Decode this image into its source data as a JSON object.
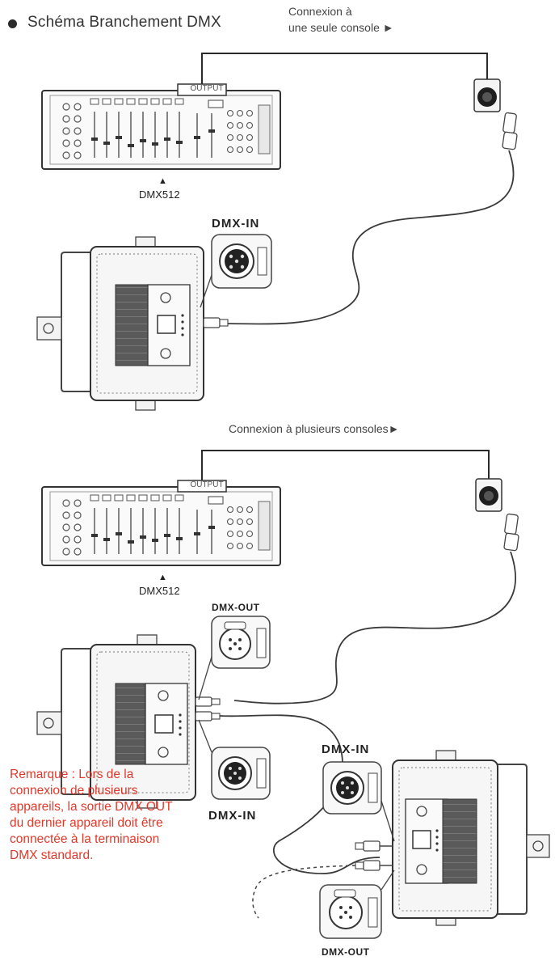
{
  "header": {
    "title": "Schéma Branchement DMX"
  },
  "single": {
    "caption_line1": "Connexion à",
    "caption_line2": "une seule console ►",
    "console_output_label": "OUTPUT",
    "console_name": "DMX512",
    "dmx_in_label": "DMX-IN"
  },
  "multi": {
    "caption": "Connexion à plusieurs consoles►",
    "console_output_label": "OUTPUT",
    "console_name": "DMX512",
    "dmx_out_label": "DMX-OUT",
    "dmx_in_label": "DMX-IN",
    "dmx_in_label_2": "DMX-IN",
    "dmx_out_label_2": "DMX-OUT"
  },
  "remark": {
    "lines": [
      "Remarque : Lors de la",
      "connexion de plusieurs",
      "appareils, la sortie DMX OUT",
      "du dernier appareil doit être",
      "connectée à la terminaison",
      "DMX standard."
    ]
  },
  "colors": {
    "remark": "#e0392b",
    "line": "#2a2a2a",
    "device_fill": "#f3f3f3"
  }
}
